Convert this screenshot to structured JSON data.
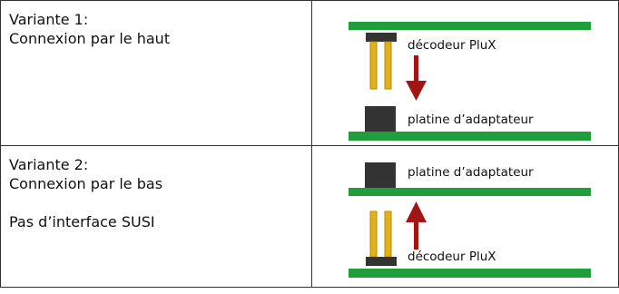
{
  "rows": [
    {
      "text_lines": [
        "Variante 1:",
        "Connexion par le haut"
      ],
      "figure": {
        "label_top": "décodeur PluX",
        "label_bottom": "platine d’adaptateur",
        "arrow_direction": "down"
      }
    },
    {
      "text_lines": [
        "Variante 2:",
        "Connexion par le bas"
      ],
      "note": "Pas d’interface SUSI",
      "figure": {
        "label_top": "platine d’adaptateur",
        "label_bottom": "décodeur PluX",
        "arrow_direction": "up"
      }
    }
  ],
  "colors": {
    "pcb_green": "#1f9e3a",
    "pin_yellow": "#e0b21a",
    "connector_dark": "#333333",
    "arrow_red": "#a31515"
  }
}
